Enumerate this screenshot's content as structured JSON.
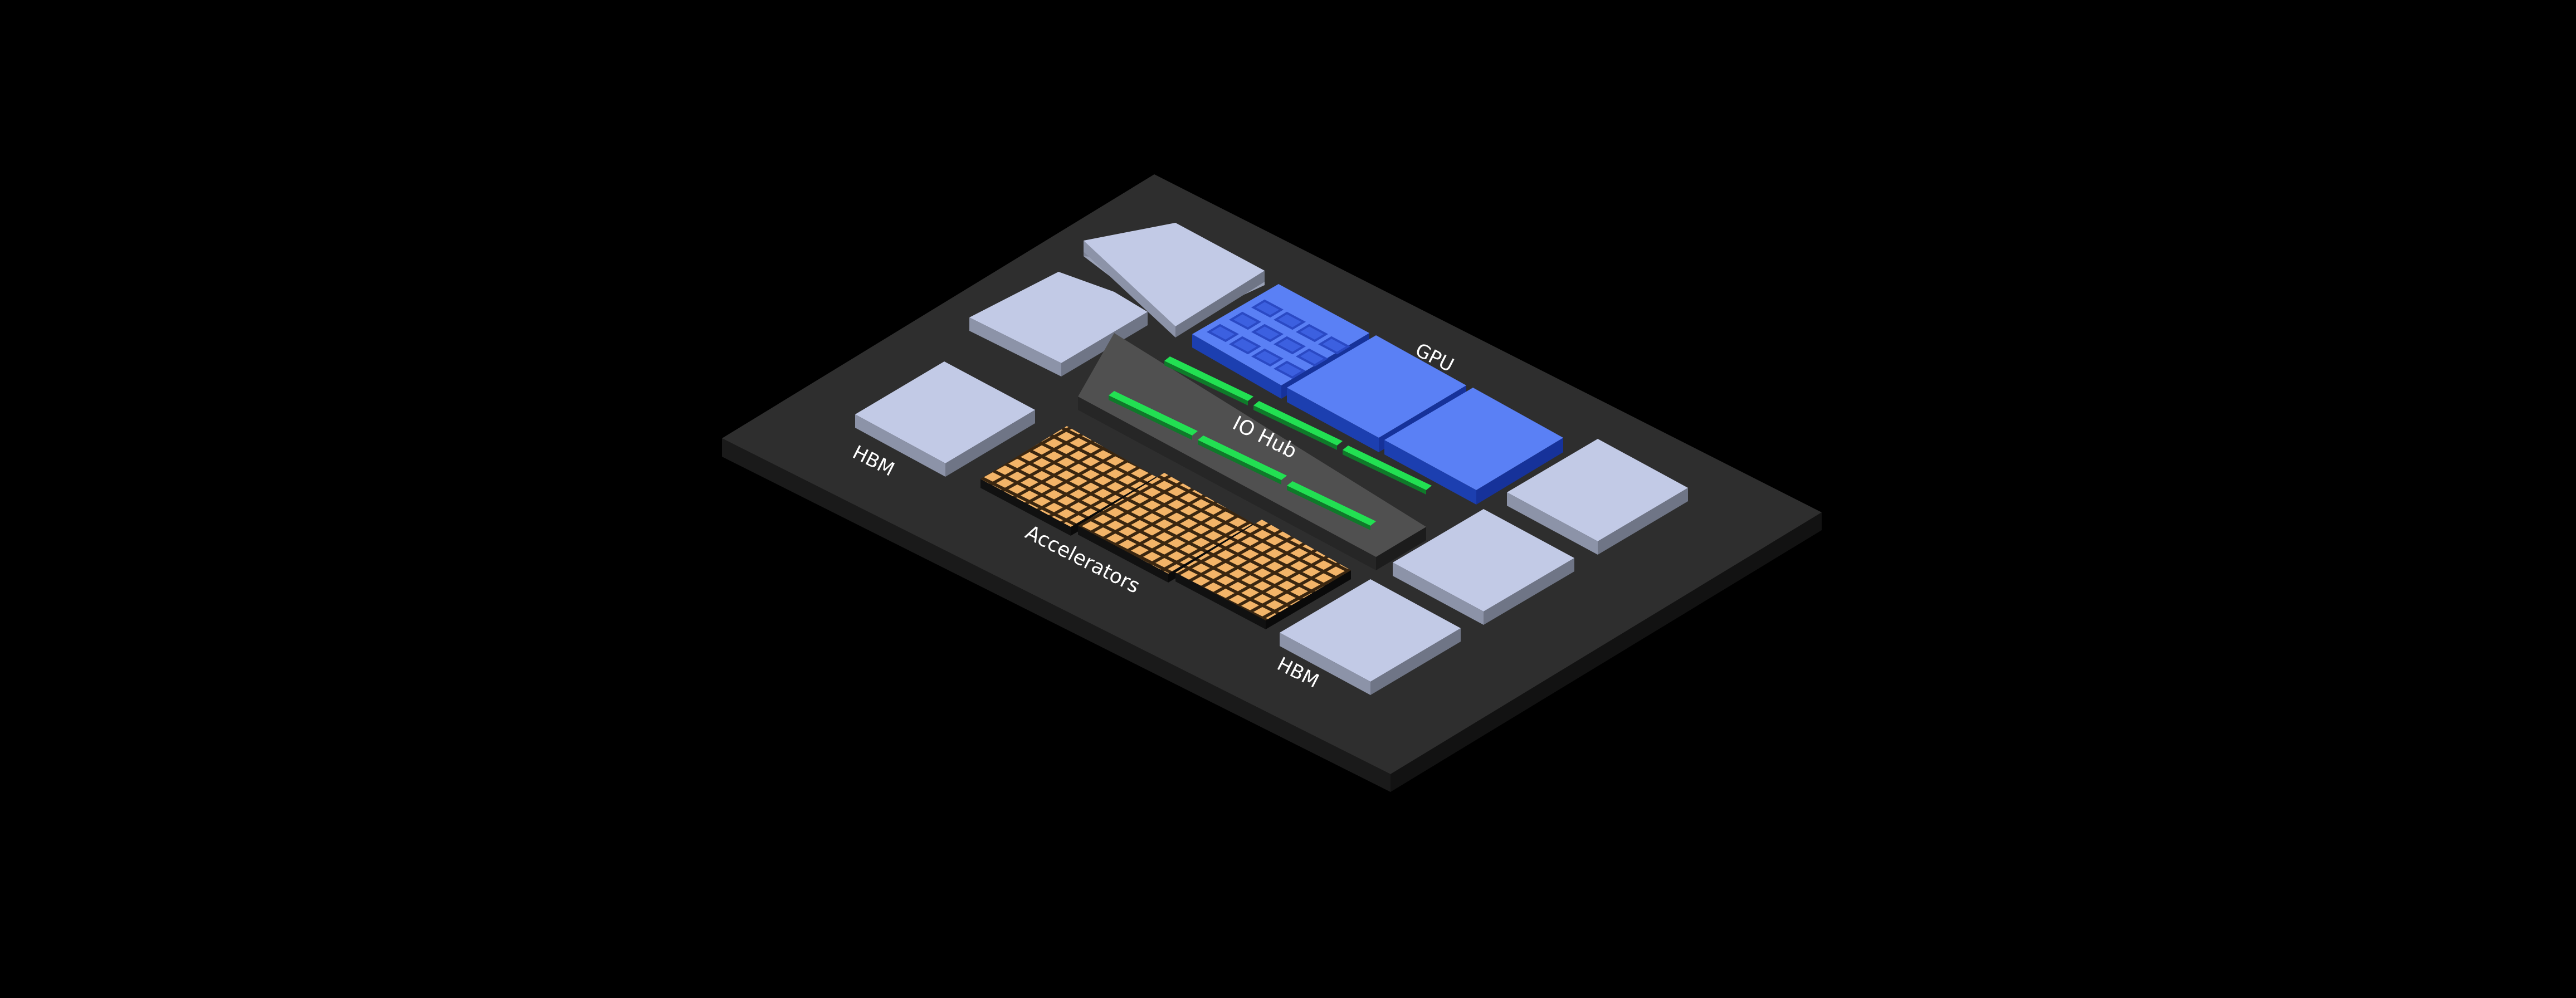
{
  "labels": {
    "gpu": "GPU",
    "io_hub": "IO Hub",
    "hbm_left": "HBM",
    "hbm_right": "HBM",
    "accelerators": "Accelerators"
  },
  "colors": {
    "background": "#000000",
    "substrate_top": "#2e2e2e",
    "substrate_side": "#1a1a1a",
    "hbm_top": "#c2cae6",
    "hbm_side": "#8c93a8",
    "gpu_top": "#5a80f5",
    "gpu_side": "#1c3fb0",
    "io_top": "#505050",
    "io_side": "#2c2c2c",
    "link_top": "#22e052",
    "accel_top": "#f3b468",
    "accel_dark": "#3a2610"
  },
  "icons": {
    "gpu_grid": "gpu-compute-grid-icon"
  }
}
